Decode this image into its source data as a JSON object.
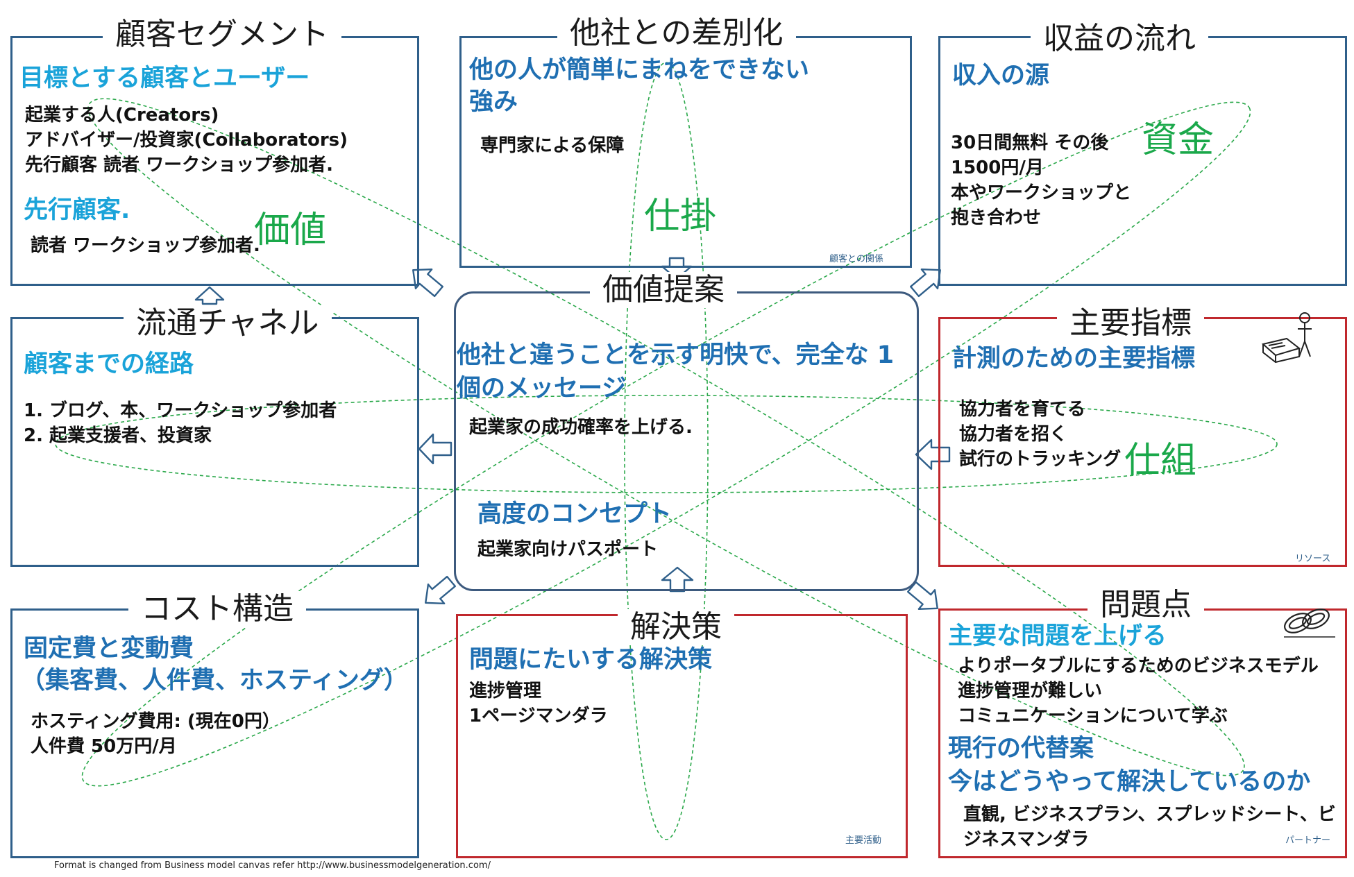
{
  "customer_segment": {
    "title": "顧客セグメント",
    "heading": "目標とする顧客とユーザー",
    "lines": [
      "起業する人(Creators)",
      "アドバイザー/投資家(Collaborators)",
      "先行顧客  読者  ワークショップ参加者."
    ],
    "sub_heading": "先行顧客.",
    "sub_line": "読者  ワークショップ参加者."
  },
  "differentiation": {
    "title": "他社との差別化",
    "heading": "他の人が簡単にまねをできない強み",
    "line": "専門家による保障",
    "corner": "顧客との関係"
  },
  "revenue": {
    "title": "収益の流れ",
    "heading": "収入の源",
    "lines": [
      "30日間無料  その後",
      "1500円/月",
      "本やワークショップと",
      "抱き合わせ"
    ]
  },
  "channels": {
    "title": "流通チャネル",
    "heading": "顧客までの経路",
    "lines": [
      "1. ブログ、本、ワークショップ参加者",
      "2. 起業支援者、投資家"
    ]
  },
  "value_prop": {
    "title": "価値提案",
    "heading": "他社と違うことを示す明快で、完全な 1個のメッセージ",
    "line": "起業家の成功確率を上げる.",
    "sub_heading": "高度のコンセプト",
    "sub_line": "起業家向けパスポート"
  },
  "key_metrics": {
    "title": "主要指標",
    "heading": "計測のための主要指標",
    "lines": [
      "協力者を育てる",
      "協力者を招く",
      "試行のトラッキング"
    ],
    "corner": "リソース"
  },
  "cost": {
    "title": "コスト構造",
    "heading": "固定費と変動費",
    "heading2": "（集客費、人件費、ホスティング）",
    "lines": [
      "ホスティング費用:  (現在0円）",
      "人件費  50万円/月"
    ]
  },
  "solution": {
    "title": "解決策",
    "heading": "問題にたいする解決策",
    "lines": [
      "進捗管理",
      "1ページマンダラ"
    ],
    "corner": "主要活動"
  },
  "problem": {
    "title": "問題点",
    "heading": "主要な問題を上げる",
    "lines": [
      "よりポータブルにするためのビジネスモデル",
      "進捗管理が難しい",
      "コミュニケーションについて学ぶ"
    ],
    "heading2": "現行の代替案",
    "heading3": "今はどうやって解決しているのか",
    "lines2": [
      "直観, ビジネスプラン、スプレッドシート、ビ",
      "ジネスマンダラ"
    ],
    "corner": "パートナー"
  },
  "labels": {
    "value": "価値",
    "mechanism": "仕掛",
    "funds": "資金",
    "structure": "仕組"
  },
  "footer": "Format is changed  from  Business model  canvas   refer   http://www.businessmodelgeneration.com/",
  "colors": {
    "box_blue": "#2f5f8a",
    "box_red": "#c0282d",
    "heading_cyan": "#1aa3d9",
    "heading_blue": "#1f6fb2",
    "label_green": "#1aa84a",
    "ellipse_green": "#2aa84a"
  }
}
